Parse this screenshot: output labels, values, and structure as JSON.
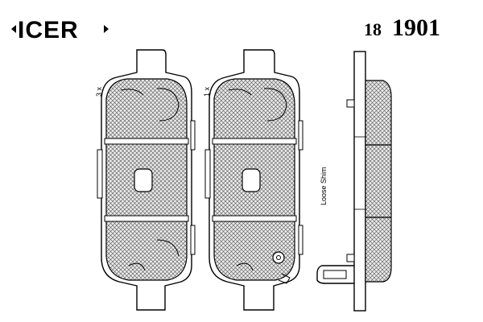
{
  "brand": {
    "logo_text": "ICER"
  },
  "part_number": {
    "prefix": "18",
    "number": "1901"
  },
  "pads": [
    {
      "qty_label": "3 x"
    },
    {
      "qty_label": "1 x"
    }
  ],
  "shim_label": "Loose Shim",
  "colors": {
    "ink": "#000000",
    "background": "#ffffff",
    "friction_fill": "#e6e6e6"
  }
}
